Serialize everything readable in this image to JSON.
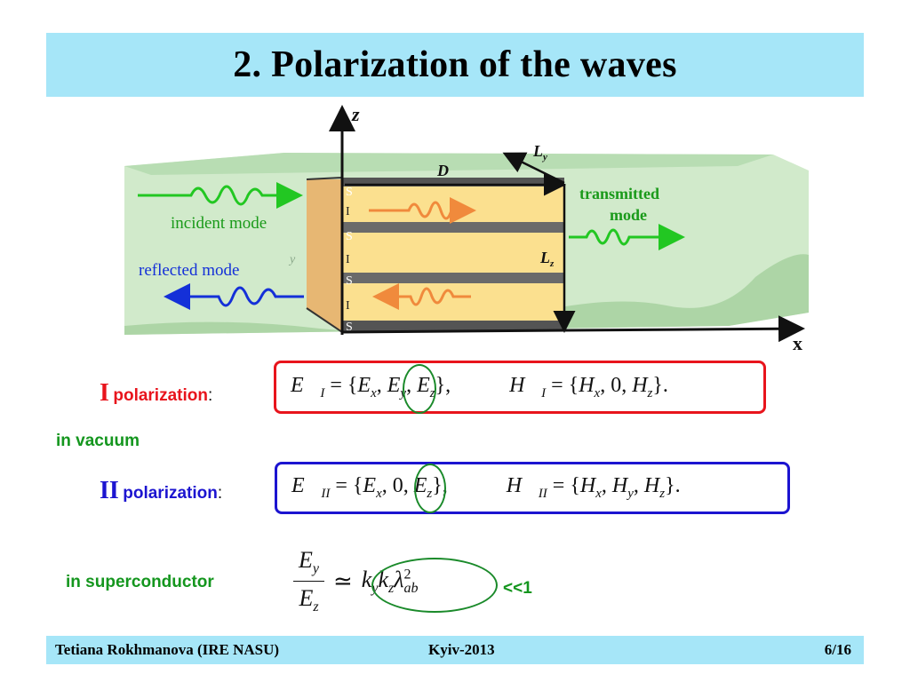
{
  "slide": {
    "title": "2. Polarization of the waves"
  },
  "diagram": {
    "axis_z": "z",
    "axis_x": "x",
    "axis_y": "y",
    "label_D": "D",
    "label_Ly": "L",
    "label_Ly_sub": "y",
    "label_Lz": "L",
    "label_Lz_sub": "z",
    "incident": "incident mode",
    "reflected": "reflected mode",
    "transmitted_1": "transmitted",
    "transmitted_2": "mode",
    "layers": [
      "S",
      "I",
      "S",
      "I",
      "S",
      "I",
      "S"
    ]
  },
  "pol1": {
    "roman": "I",
    "word": "polarization",
    "colon": ":"
  },
  "vacuum": "in vacuum",
  "pol2": {
    "roman": "II",
    "word": "polarization",
    "colon": ":"
  },
  "superconductor": "in superconductor",
  "ratio_note": "<<1",
  "footer": {
    "author": "Tetiana Rokhmanova (IRE NASU)",
    "place": "Kyiv-2013",
    "page": "6/16"
  },
  "colors": {
    "title_bg": "#a6e6f8",
    "pol1": "#e8141c",
    "pol2": "#1c14d0",
    "note": "#14961e"
  }
}
